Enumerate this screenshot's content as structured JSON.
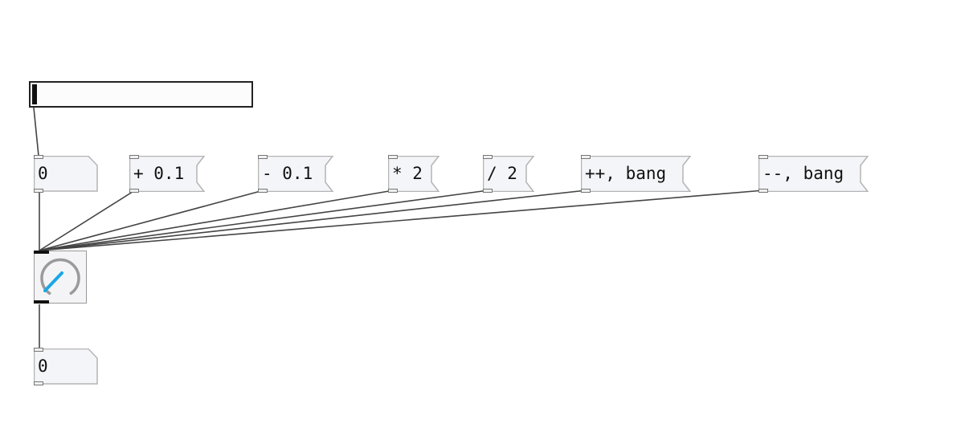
{
  "colors": {
    "box_fill": "#f4f5f8",
    "box_border": "#b4b4b4",
    "cord": "#444444",
    "knob_arc": "#9a9a9a",
    "knob_pointer": "#1aa7e6"
  },
  "slider": {
    "value": 0
  },
  "number_top": {
    "value": "0"
  },
  "number_bottom": {
    "value": "0"
  },
  "messages": [
    {
      "label": "+ 0.1"
    },
    {
      "label": "- 0.1"
    },
    {
      "label": "* 2"
    },
    {
      "label": "/ 2"
    },
    {
      "label": "++, bang"
    },
    {
      "label": "--, bang"
    }
  ],
  "knob": {
    "icon": "knob-dial-icon"
  }
}
